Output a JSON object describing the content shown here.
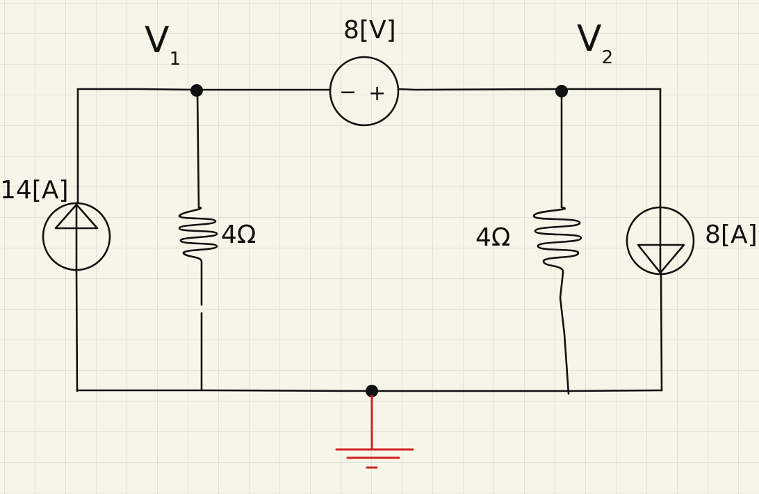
{
  "nodes": {
    "v1": {
      "letter": "V",
      "subscript": "1"
    },
    "v2": {
      "letter": "V",
      "subscript": "2"
    }
  },
  "components": {
    "voltage_source": {
      "value": "8[V]",
      "minus": "−",
      "plus": "+"
    },
    "current_source_left": {
      "value": "14[A]",
      "direction": "up"
    },
    "current_source_right": {
      "value": "8[A]",
      "direction": "down"
    },
    "resistor_left": {
      "value": "4Ω"
    },
    "resistor_right": {
      "value": "4Ω"
    },
    "ground": {
      "color": "#d42020"
    }
  },
  "colors": {
    "background": "#f7f5e8",
    "grid": "#d9d9d3",
    "wire": "#111111",
    "ground": "#d42020"
  }
}
